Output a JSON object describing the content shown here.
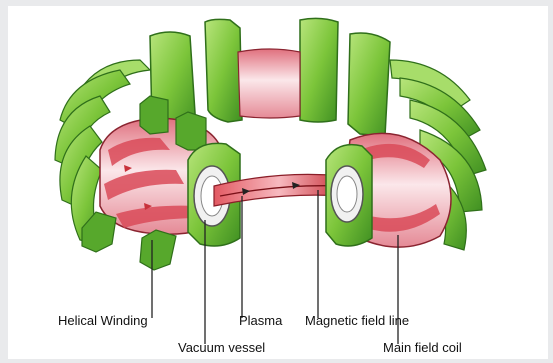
{
  "labels": {
    "helical_winding": "Helical Winding",
    "vacuum_vessel": "Vacuum vessel",
    "plasma": "Plasma",
    "magnetic_field_line": "Magnetic field line",
    "main_field_coil": "Main field coil"
  },
  "colors": {
    "coil_green": "#7cc53a",
    "coil_light": "#a7dd6a",
    "coil_dark": "#3f8f22",
    "vessel_pink": "#ee9aa4",
    "vessel_light": "#fbe7ea",
    "plasma_red": "#c8323b",
    "leader_line": "#222222"
  }
}
